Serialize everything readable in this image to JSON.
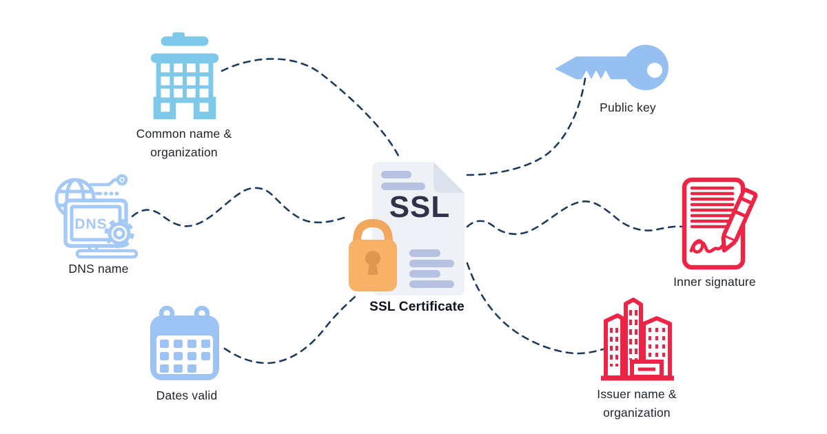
{
  "title": "SSL Certificate diagram",
  "colors": {
    "background": "#ffffff",
    "connector": "#1c3a5e",
    "building_blue": "#7ec9ea",
    "periwinkle_blue": "#9cc3f4",
    "outline_blue": "#a5c9f6",
    "accent_red": "#ee2446",
    "document_bg": "#eef1f6",
    "document_fold": "#dce2eb",
    "document_lines": "#b7c1e1",
    "document_text": "#30324a",
    "lock_orange": "#f7b267",
    "keyhole_orange": "#e0964e",
    "label_text": "#20242f"
  },
  "center": {
    "doc_text": "SSL",
    "label": "SSL Certificate"
  },
  "nodes": {
    "common_name": {
      "lines": [
        "Common name &",
        "organization"
      ]
    },
    "public_key": {
      "lines": [
        "Public key"
      ]
    },
    "dns_name": {
      "lines": [
        "DNS name"
      ],
      "screen_text": "DNS"
    },
    "inner_signature": {
      "lines": [
        "Inner signature"
      ]
    },
    "dates_valid": {
      "lines": [
        "Dates valid"
      ]
    },
    "issuer": {
      "lines": [
        "Issuer name &",
        "organization"
      ]
    }
  }
}
